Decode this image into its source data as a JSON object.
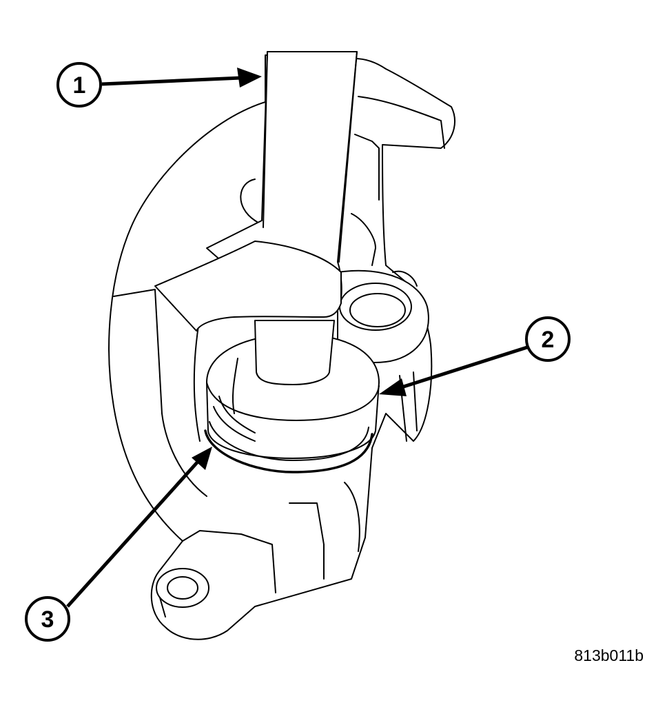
{
  "callouts": [
    {
      "id": "1",
      "label": "1"
    },
    {
      "id": "2",
      "label": "2"
    },
    {
      "id": "3",
      "label": "3"
    }
  ],
  "figure_id": "813b011b",
  "colors": {
    "line": "#000000",
    "background": "#ffffff"
  }
}
